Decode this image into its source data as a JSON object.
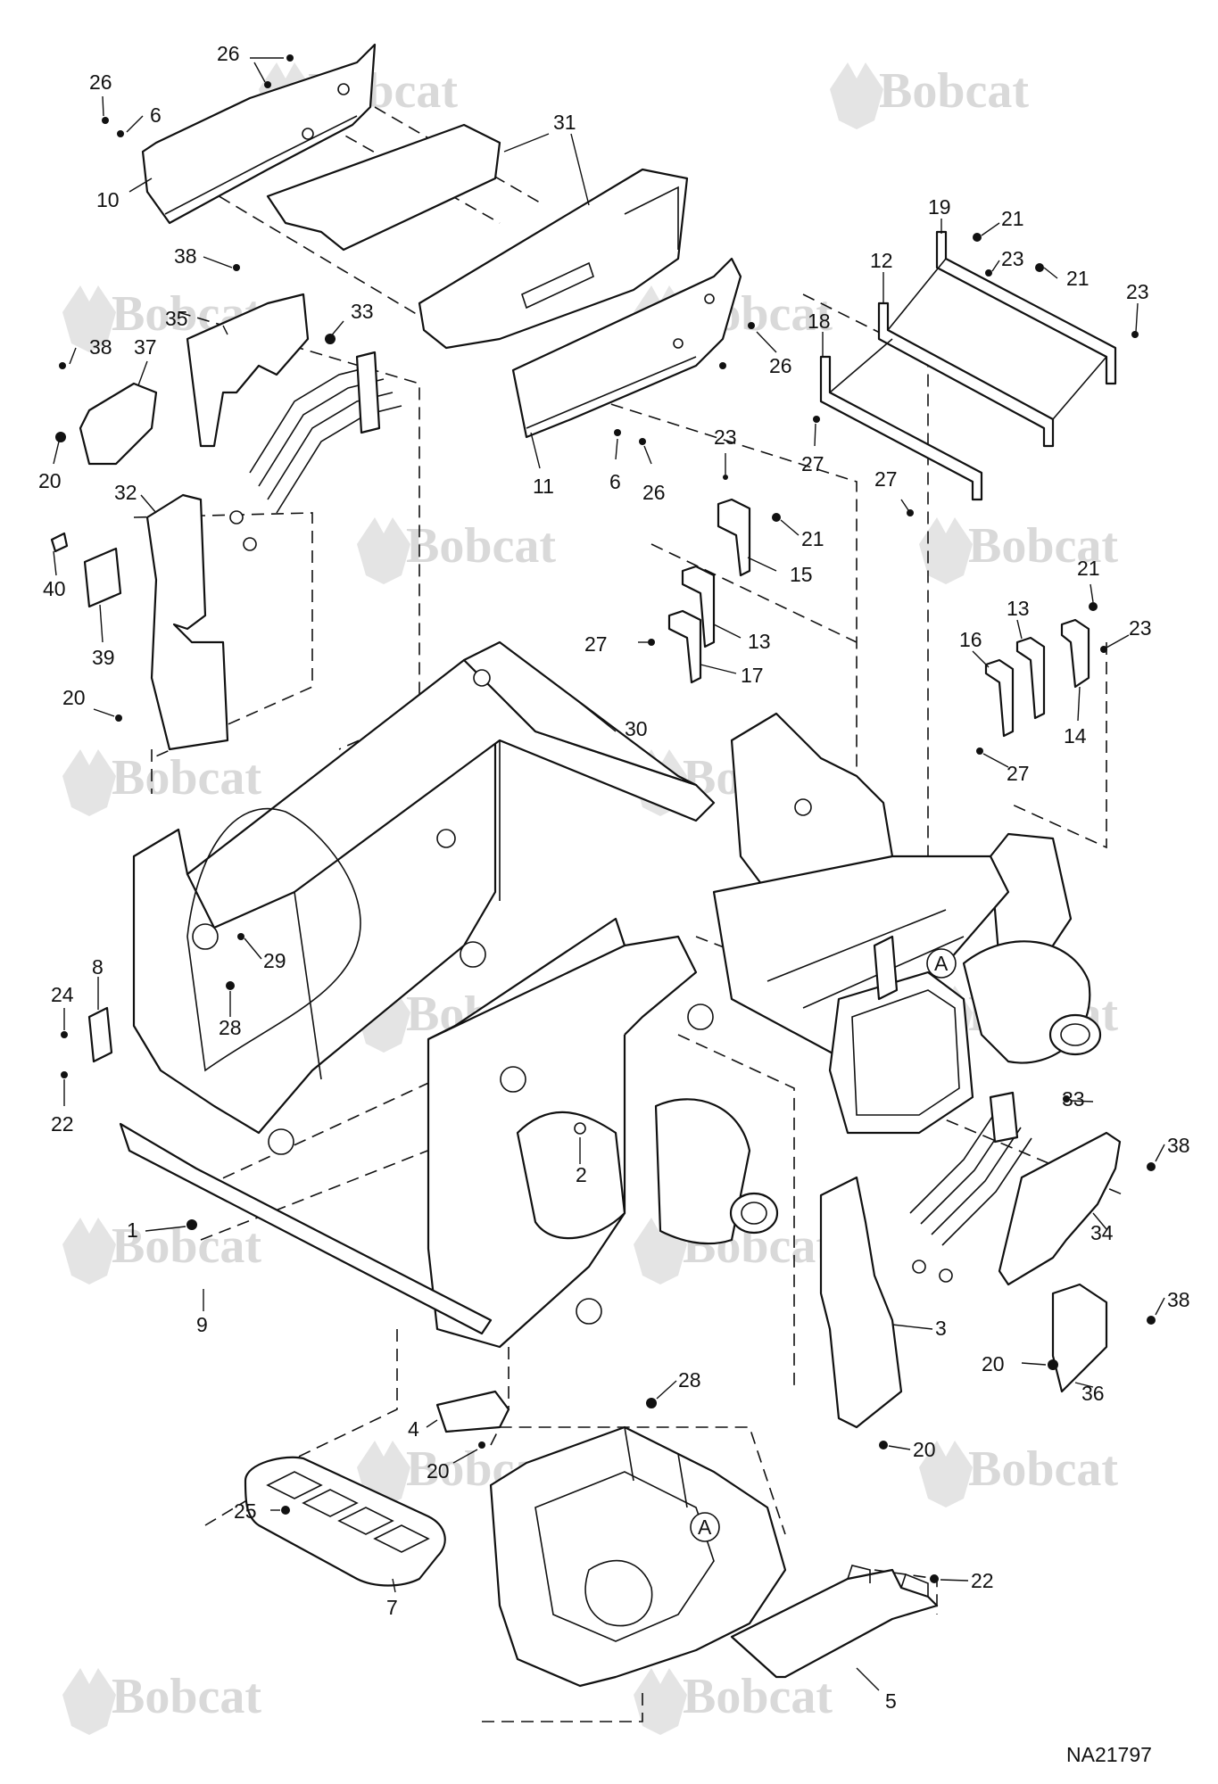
{
  "drawing_id": "NA21797",
  "watermark": "Bobcat",
  "detail_marker": "A",
  "callouts": [
    {
      "n": "26"
    },
    {
      "n": "6"
    },
    {
      "n": "10"
    },
    {
      "n": "26"
    },
    {
      "n": "31"
    },
    {
      "n": "38"
    },
    {
      "n": "35"
    },
    {
      "n": "33"
    },
    {
      "n": "38"
    },
    {
      "n": "37"
    },
    {
      "n": "20"
    },
    {
      "n": "32"
    },
    {
      "n": "40"
    },
    {
      "n": "39"
    },
    {
      "n": "20"
    },
    {
      "n": "26"
    },
    {
      "n": "11"
    },
    {
      "n": "6"
    },
    {
      "n": "26"
    },
    {
      "n": "19"
    },
    {
      "n": "21"
    },
    {
      "n": "12"
    },
    {
      "n": "23"
    },
    {
      "n": "21"
    },
    {
      "n": "23"
    },
    {
      "n": "18"
    },
    {
      "n": "27"
    },
    {
      "n": "27"
    },
    {
      "n": "23"
    },
    {
      "n": "21"
    },
    {
      "n": "15"
    },
    {
      "n": "27"
    },
    {
      "n": "13"
    },
    {
      "n": "17"
    },
    {
      "n": "21"
    },
    {
      "n": "16"
    },
    {
      "n": "13"
    },
    {
      "n": "23"
    },
    {
      "n": "14"
    },
    {
      "n": "27"
    },
    {
      "n": "30"
    },
    {
      "n": "29"
    },
    {
      "n": "8"
    },
    {
      "n": "24"
    },
    {
      "n": "28"
    },
    {
      "n": "22"
    },
    {
      "n": "2"
    },
    {
      "n": "1"
    },
    {
      "n": "9"
    },
    {
      "n": "33"
    },
    {
      "n": "38"
    },
    {
      "n": "34"
    },
    {
      "n": "3"
    },
    {
      "n": "38"
    },
    {
      "n": "20"
    },
    {
      "n": "36"
    },
    {
      "n": "4"
    },
    {
      "n": "28"
    },
    {
      "n": "20"
    },
    {
      "n": "20"
    },
    {
      "n": "25"
    },
    {
      "n": "7"
    },
    {
      "n": "22"
    },
    {
      "n": "5"
    }
  ]
}
